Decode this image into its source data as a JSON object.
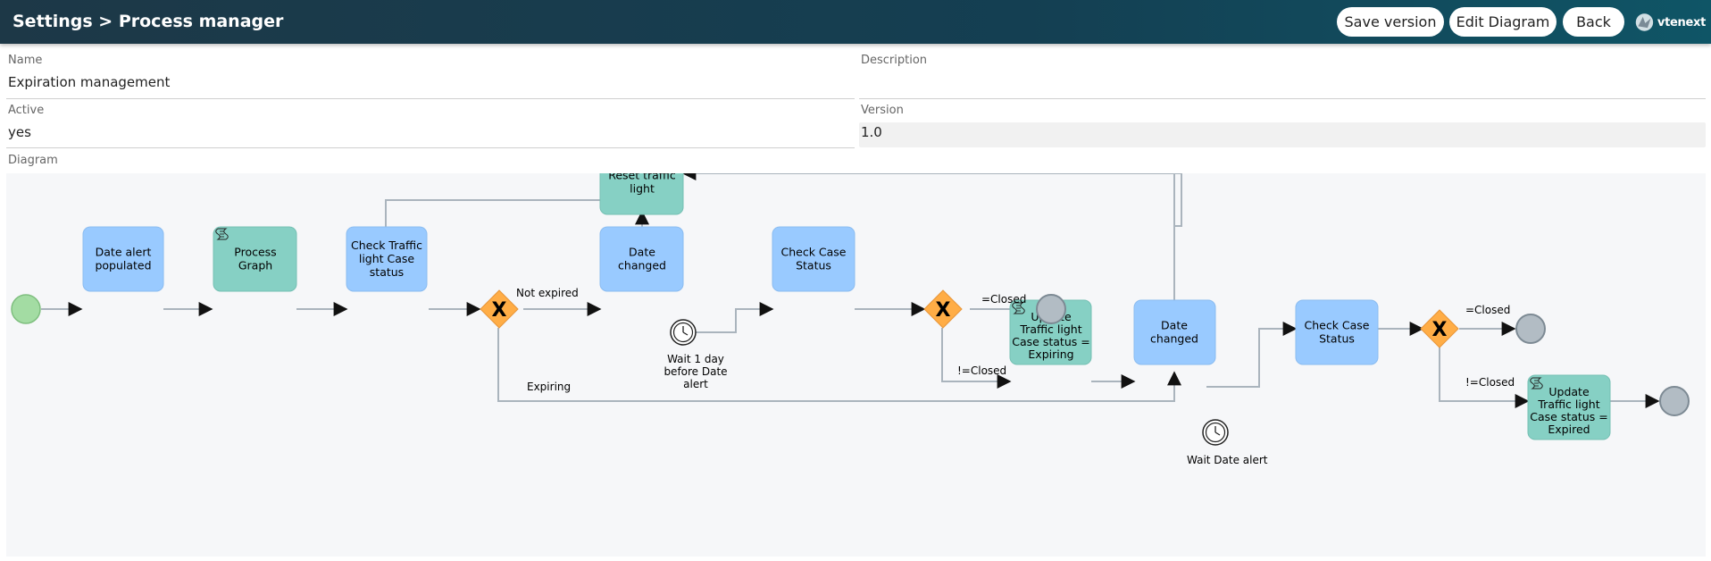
{
  "header": {
    "title": "Settings > Process manager",
    "buttons": {
      "save_version": "Save version",
      "edit_diagram": "Edit Diagram",
      "back": "Back"
    },
    "logo_text": "vtenext"
  },
  "form": {
    "name": {
      "label": "Name",
      "value": "Expiration management"
    },
    "description": {
      "label": "Description",
      "value": ""
    },
    "active": {
      "label": "Active",
      "value": "yes"
    },
    "version": {
      "label": "Version",
      "value": "1.0"
    },
    "diagram_label": "Diagram"
  },
  "diagram": {
    "tasks": {
      "date_alert": [
        "Date alert",
        "populated"
      ],
      "process_graph": [
        "Process",
        "Graph"
      ],
      "check_traffic": [
        "Check Traffic",
        "light Case",
        "status"
      ],
      "reset_traffic": [
        "Reset traffic",
        "light"
      ],
      "date_changed_1": [
        "Date",
        "changed"
      ],
      "check_case_1": [
        "Check Case",
        "Status"
      ],
      "update_expiring": [
        "Update",
        "Traffic light",
        "Case status =",
        "Expiring"
      ],
      "date_changed_2": [
        "Date",
        "changed"
      ],
      "check_case_2": [
        "Check Case",
        "Status"
      ],
      "update_expired": [
        "Update",
        "Traffic light",
        "Case status =",
        "Expired"
      ]
    },
    "labels": {
      "not_expired": "Not expired",
      "wait_1day": [
        "Wait 1 day",
        "before Date",
        "alert"
      ],
      "closed_1": "=Closed",
      "not_closed_1": "!=Closed",
      "expiring": "Expiring",
      "wait_date_alert": "Wait Date alert",
      "closed_2": "=Closed",
      "not_closed_2": "!=Closed"
    },
    "colors": {
      "task_blue": "#99caff",
      "script_teal": "#86d0c4",
      "gateway": "#ffad46",
      "start": "#a3dca3",
      "end": "#b2bcc4",
      "flow": "#aab4bd"
    }
  }
}
